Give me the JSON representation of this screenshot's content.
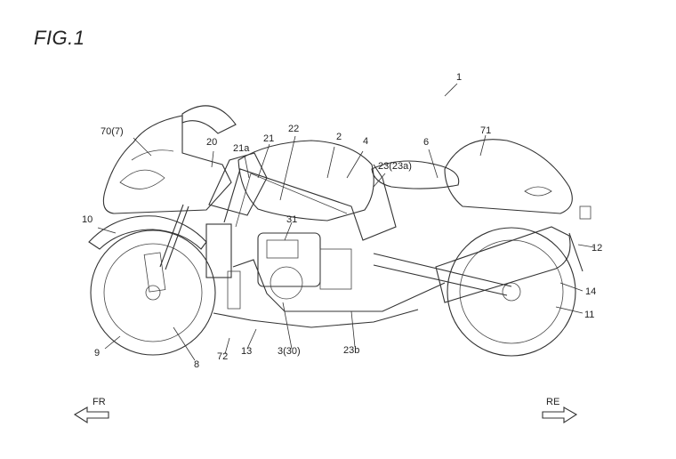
{
  "figure": {
    "title": "FIG.1"
  },
  "labels": {
    "l1": "1",
    "l2": "2",
    "l3": "3(30)",
    "l4": "4",
    "l6": "6",
    "l8": "8",
    "l9": "9",
    "l10": "10",
    "l11": "11",
    "l12": "12",
    "l13": "13",
    "l14": "14",
    "l20": "20",
    "l21": "21",
    "l21a": "21a",
    "l22": "22",
    "l23": "23(23a)",
    "l23b": "23b",
    "l31": "31",
    "l70": "70(7)",
    "l71": "71",
    "l72": "72"
  },
  "directions": {
    "front": "FR",
    "rear": "RE"
  }
}
